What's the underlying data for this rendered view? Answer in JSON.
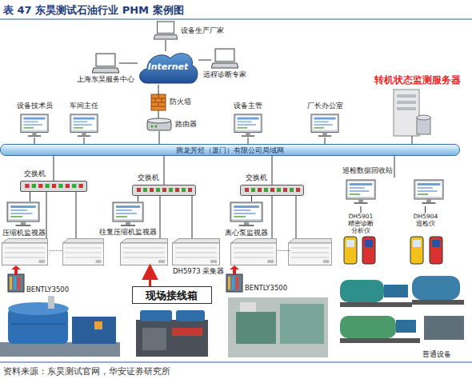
{
  "diagram": {
    "title": "表 47 东昊测试石油行业 PHM 案例图",
    "caption": "资料来源：东昊测试官网，华安证券研究所",
    "nodes": [
      {
        "text": [
          "Internet"
        ]
      },
      {
        "text": [
          "设备生产厂家"
        ]
      },
      {
        "text": [
          "上海东昊服务中心"
        ]
      },
      {
        "text": [
          "远程诊断专家"
        ]
      },
      {
        "text": [
          "防火墙"
        ]
      },
      {
        "text": [
          "路由器"
        ]
      },
      {
        "text": [
          "设备技术员"
        ]
      },
      {
        "text": [
          "车间主任"
        ]
      },
      {
        "text": [
          "设备主管"
        ]
      },
      {
        "text": [
          "厂长办公室"
        ]
      },
      {
        "text": [
          "转机状态监测服务器"
        ]
      },
      {
        "text": [
          "腾龙芳烃（厦门）有限公司局域网"
        ]
      },
      {
        "text": [
          "交换机"
        ]
      },
      {
        "text": [
          "交换机"
        ]
      },
      {
        "text": [
          "交换机"
        ]
      },
      {
        "text": [
          "巡检数据回收站"
        ]
      },
      {
        "text": [
          "压缩机监视器"
        ]
      },
      {
        "text": [
          "往复压缩机监视器"
        ]
      },
      {
        "text": [
          "离心泵监视器"
        ]
      },
      {
        "text": [
          "DH5973 采集器"
        ]
      },
      {
        "text": [
          "BENTLY3500"
        ]
      },
      {
        "text": [
          "现场接线箱"
        ]
      },
      {
        "text": [
          "BENTLY3500"
        ]
      },
      {
        "text": [
          "DH5901 精密诊断 分析仪"
        ]
      },
      {
        "text": [
          "DH5904 巡检仪"
        ]
      },
      {
        "text": [
          "普通设备"
        ]
      }
    ],
    "edges": [
      {
        "from": 1,
        "to": 0,
        "arrow": "none"
      },
      {
        "from": 2,
        "to": 0,
        "arrow": "none"
      },
      {
        "from": 3,
        "to": 0,
        "arrow": "none"
      },
      {
        "from": 0,
        "to": 4,
        "arrow": "none"
      },
      {
        "from": 4,
        "to": 5,
        "arrow": "none"
      },
      {
        "from": 5,
        "to": 11,
        "arrow": "none"
      },
      {
        "from": 6,
        "to": 11,
        "arrow": "none"
      },
      {
        "from": 7,
        "to": 11,
        "arrow": "none"
      },
      {
        "from": 8,
        "to": 11,
        "arrow": "none"
      },
      {
        "from": 9,
        "to": 11,
        "arrow": "none"
      },
      {
        "from": 10,
        "to": 11,
        "arrow": "none"
      },
      {
        "from": 11,
        "to": 12,
        "arrow": "none"
      },
      {
        "from": 11,
        "to": 13,
        "arrow": "none"
      },
      {
        "from": 11,
        "to": 14,
        "arrow": "none"
      },
      {
        "from": 11,
        "to": 15,
        "arrow": "none"
      },
      {
        "from": 12,
        "to": 16,
        "arrow": "none"
      },
      {
        "from": 13,
        "to": 17,
        "arrow": "none"
      },
      {
        "from": 14,
        "to": 18,
        "arrow": "none"
      },
      {
        "from": 15,
        "to": 23,
        "arrow": "none"
      },
      {
        "from": 15,
        "to": 24,
        "arrow": "none"
      },
      {
        "from": 21,
        "to": 19,
        "arrow": "to"
      }
    ],
    "labels": [
      "......",
      "......"
    ]
  }
}
